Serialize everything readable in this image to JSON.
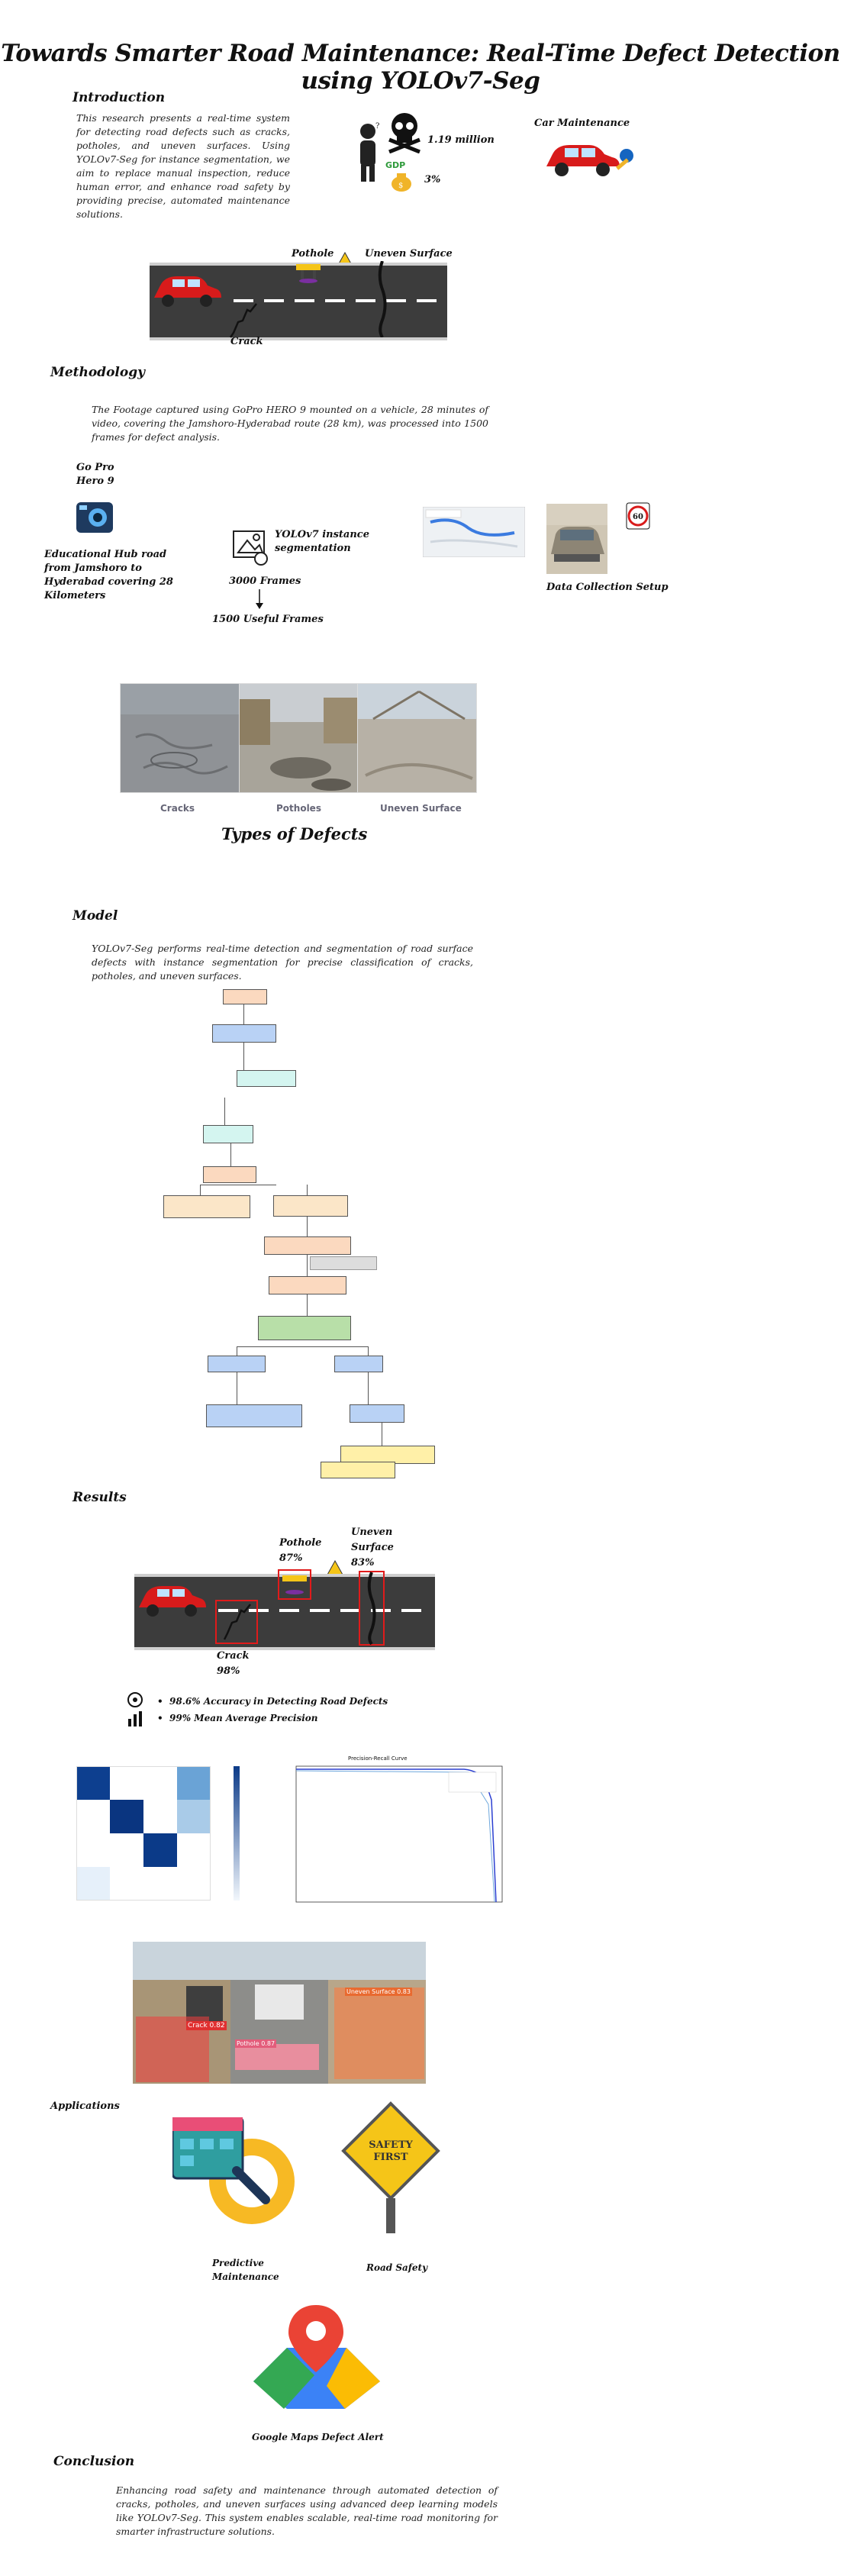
{
  "title": "Towards Smarter Road Maintenance: Real-Time Defect Detection using YOLOv7-Seg",
  "intro": {
    "heading": "Introduction",
    "text": "This research presents a real-time system for detecting road defects such as cracks, potholes, and uneven surfaces. Using YOLOv7-Seg for instance segmentation, we aim to replace manual inspection, reduce human error, and enhance road safety by providing precise, automated maintenance solutions.",
    "stat_deaths": "1.19 million",
    "gdp_label": "GDP",
    "stat_gdp": "3%",
    "car_maintenance": "Car Maintenance"
  },
  "road_diagram": {
    "pothole": "Pothole",
    "uneven": "Uneven Surface",
    "crack": "Crack"
  },
  "methodology": {
    "heading": "Methodology",
    "text": "The Footage captured using GoPro HERO 9 mounted on a vehicle, 28 minutes of video, covering the Jamshoro-Hyderabad route (28 km), was processed into 1500 frames for defect analysis.",
    "gopro": "Go Pro Hero 9",
    "route": "Educational Hub road from Jamshoro to Hyderabad covering 28 Kilometers",
    "yolo": "YOLOv7 instance segmentation",
    "frames": "3000 Frames",
    "useful": "1500 Useful Frames",
    "setup": "Data Collection Setup",
    "speed_sign": "60"
  },
  "defect_types": {
    "labels": [
      "Cracks",
      "Potholes",
      "Uneven Surface"
    ],
    "heading": "Types of Defects"
  },
  "model": {
    "heading": "Model",
    "text": "YOLOv7-Seg performs real-time detection and segmentation of road surface defects with instance segmentation for precise classification of cracks, potholes, and uneven surfaces."
  },
  "results": {
    "heading": "Results",
    "pothole": "Pothole",
    "pothole_pct": "87%",
    "uneven": "Uneven Surface",
    "uneven_pct": "83%",
    "crack": "Crack",
    "crack_pct": "98%",
    "bullets": [
      "98.6% Accuracy in Detecting Road Defects",
      "99% Mean Average Precision"
    ],
    "pr_title": "Precision-Recall Curve",
    "detection_labels": [
      "Crack 0.82",
      "Pothole 0.87",
      "Uneven Surface 0.83"
    ]
  },
  "applications": {
    "heading": "Applications",
    "predictive": "Predictive Maintenance",
    "safety": "Road Safety",
    "safety_sign": "SAFETY FIRST",
    "maps": "Google Maps Defect Alert"
  },
  "conclusion": {
    "heading": "Conclusion",
    "text": "Enhancing road safety and maintenance through automated detection of cracks, potholes, and uneven surfaces using advanced deep learning models like YOLOv7-Seg. This system enables scalable, real-time road monitoring for smarter infrastructure solutions."
  },
  "colors": {
    "car": "#d81b1b",
    "road": "#3c3c3c",
    "heat": "#0b3d91",
    "pink": "#ff8fa3"
  }
}
